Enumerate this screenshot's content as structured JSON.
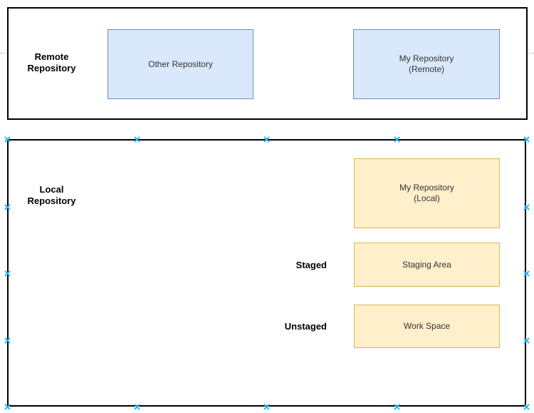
{
  "colors": {
    "blue_fill": "#dae8fc",
    "blue_border": "#6c8ebf",
    "yellow_fill": "#ffefca",
    "yellow_border": "#d6b656",
    "handle": "#29b6f2",
    "rect_border": "#000000",
    "box_text": "#333333",
    "label_text": "#000000",
    "page_break": "#bfbfbf"
  },
  "remote_section": {
    "label_line1": "Remote",
    "label_line2": "Repository",
    "other_repository_label": "Other Repository",
    "my_repository_line1": "My Repository",
    "my_repository_line2": "(Remote)"
  },
  "local_section": {
    "label_line1": "Local",
    "label_line2": "Repository",
    "my_repository_line1": "My Repository",
    "my_repository_line2": "(Local)",
    "staged_label": "Staged",
    "staging_area_label": "Staging Area",
    "unstaged_label": "Unstaged",
    "workspace_label": "Work Space"
  }
}
